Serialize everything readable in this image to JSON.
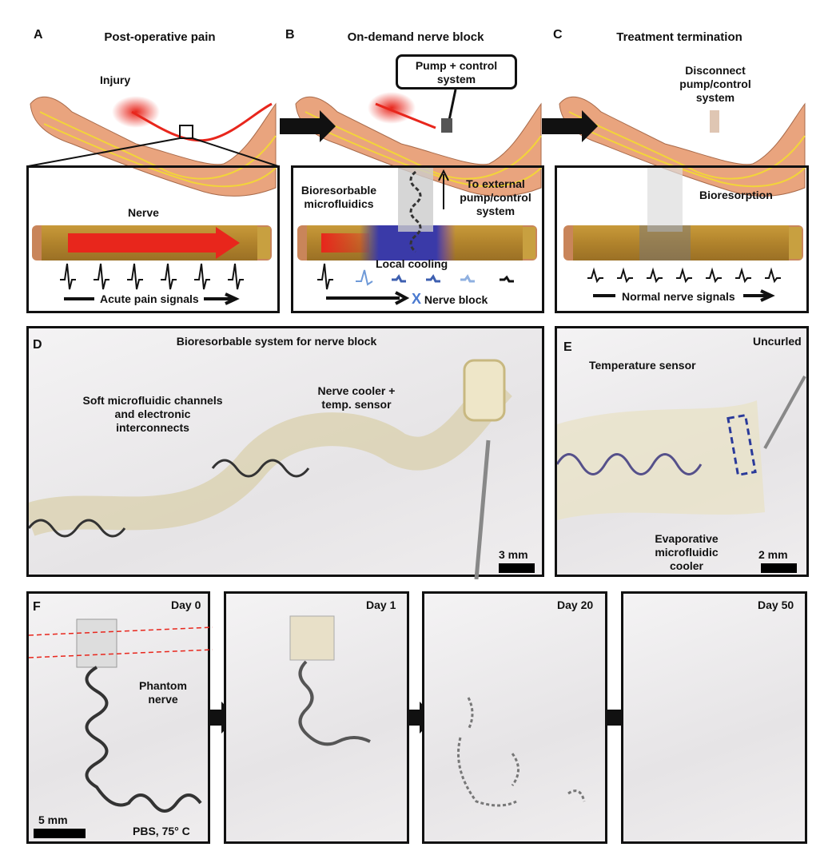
{
  "panels": {
    "A": {
      "letter": "A",
      "title": "Post-operative pain",
      "injury": "Injury",
      "nerve": "Nerve",
      "signals": "Acute pain signals"
    },
    "B": {
      "letter": "B",
      "title": "On-demand nerve block",
      "pump": "Pump + control system",
      "microfluidics": "Bioresorbable microfluidics",
      "external": "To external pump/control system",
      "cooling": "Local cooling",
      "block": "Nerve block"
    },
    "C": {
      "letter": "C",
      "title": "Treatment termination",
      "disconnect": "Disconnect pump/control system",
      "bioresorption": "Bioresorption",
      "signals": "Normal nerve signals"
    },
    "D": {
      "letter": "D",
      "title": "Bioresorbable system for nerve block",
      "channels": "Soft microfluidic channels and electronic interconnects",
      "cooler": "Nerve cooler + temp. sensor",
      "scale": "3 mm"
    },
    "E": {
      "letter": "E",
      "title": "Uncurled",
      "sensor": "Temperature sensor",
      "cooler": "Evaporative microfluidic cooler",
      "scale": "2 mm"
    },
    "F": {
      "letter": "F",
      "days": [
        "Day 0",
        "Day 1",
        "Day 20",
        "Day 50"
      ],
      "phantom": "Phantom nerve",
      "scale": "5 mm",
      "condition": "PBS, 75° C"
    }
  },
  "colors": {
    "skin": "#e9a47e",
    "nerve": "#f2d43a",
    "pain": "#e8261c",
    "nerve_tube": "#b98a32",
    "cooling": "#3a3aa8"
  }
}
